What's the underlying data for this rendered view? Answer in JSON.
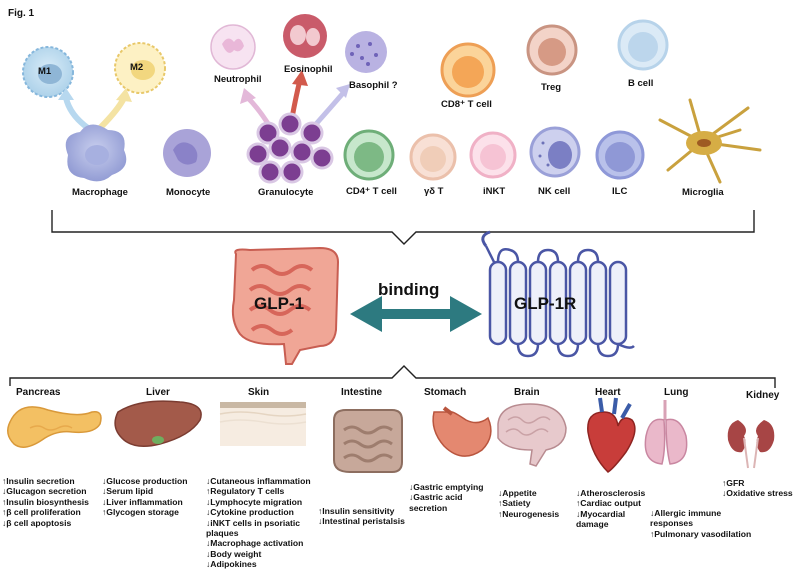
{
  "figure_label": "Fig. 1",
  "cells": {
    "m1": "M1",
    "m2": "M2",
    "macrophage": "Macrophage",
    "monocyte": "Monocyte",
    "neutrophil": "Neutrophil",
    "eosinophil": "Eosinophil",
    "basophil": "Basophil ?",
    "granulocyte": "Granulocyte",
    "cd8": "CD8⁺ T cell",
    "treg": "Treg",
    "bcell": "B cell",
    "cd4": "CD4⁺ T cell",
    "gdt": "γδ T",
    "inkt": "iNKT",
    "nk": "NK cell",
    "ilc": "ILC",
    "microglia": "Microglia"
  },
  "center": {
    "glp1": "GLP-1",
    "binding": "binding",
    "glp1r": "GLP-1R"
  },
  "organs": [
    {
      "name": "Pancreas",
      "effects": [
        "↑Insulin secretion",
        "↓Glucagon secretion",
        "↑Insulin  biosynthesis",
        "↑β cell  proliferation",
        "↓β cell  apoptosis"
      ]
    },
    {
      "name": "Liver",
      "effects": [
        "↓Glucose production",
        "↓Serum lipid",
        "↓Liver inflammation",
        "↑Glycogen storage"
      ]
    },
    {
      "name": "Skin",
      "effects": [
        "↓Cutaneous inflammation",
        "↑Regulatory T cells",
        "↓Lymphocyte migration",
        "↓Cytokine production",
        "↓iNKT cells in psoriatic",
        "  plaques",
        "↓Macrophage activation",
        "↓Body weight",
        "↓Adipokines"
      ]
    },
    {
      "name": "Intestine",
      "effects": [
        "↑Insulin  sensitivity",
        "↓Intestinal peristalsis"
      ]
    },
    {
      "name": "Stomach",
      "effects": [
        "↓Gastric emptying",
        "↓Gastric acid",
        "  secretion"
      ]
    },
    {
      "name": "Brain",
      "effects": [
        "↓Appetite",
        "↑Satiety",
        "↑Neurogenesis"
      ]
    },
    {
      "name": "Heart",
      "effects": [
        "↓Atherosclerosis",
        "↑Cardiac output",
        "↓Myocardial",
        "  damage"
      ]
    },
    {
      "name": "Lung",
      "effects": [
        "↓Allergic immune",
        "  responses",
        "↑Pulmonary vasodilation"
      ]
    },
    {
      "name": "Kidney",
      "effects": [
        "↑GFR",
        "↓Oxidative stress"
      ]
    }
  ],
  "colors": {
    "arrow": "#2d7a80",
    "receptor": "#7f90c8",
    "receptor_fill": "#eef0fa",
    "intestine": "#e07a6e"
  }
}
